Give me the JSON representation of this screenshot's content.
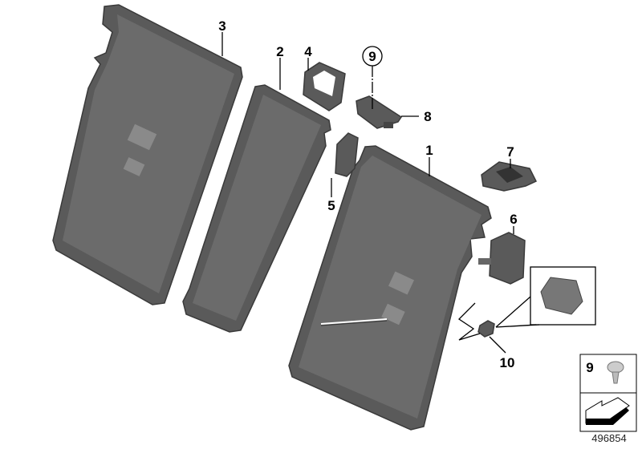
{
  "diagram": {
    "callouts": {
      "p1": "1",
      "p2": "2",
      "p3": "3",
      "p4": "4",
      "p5": "5",
      "p6": "6",
      "p7": "7",
      "p8": "8",
      "p9": "9",
      "p10": "10"
    },
    "legend": {
      "item_number": "9"
    },
    "diagram_id": "496854"
  }
}
